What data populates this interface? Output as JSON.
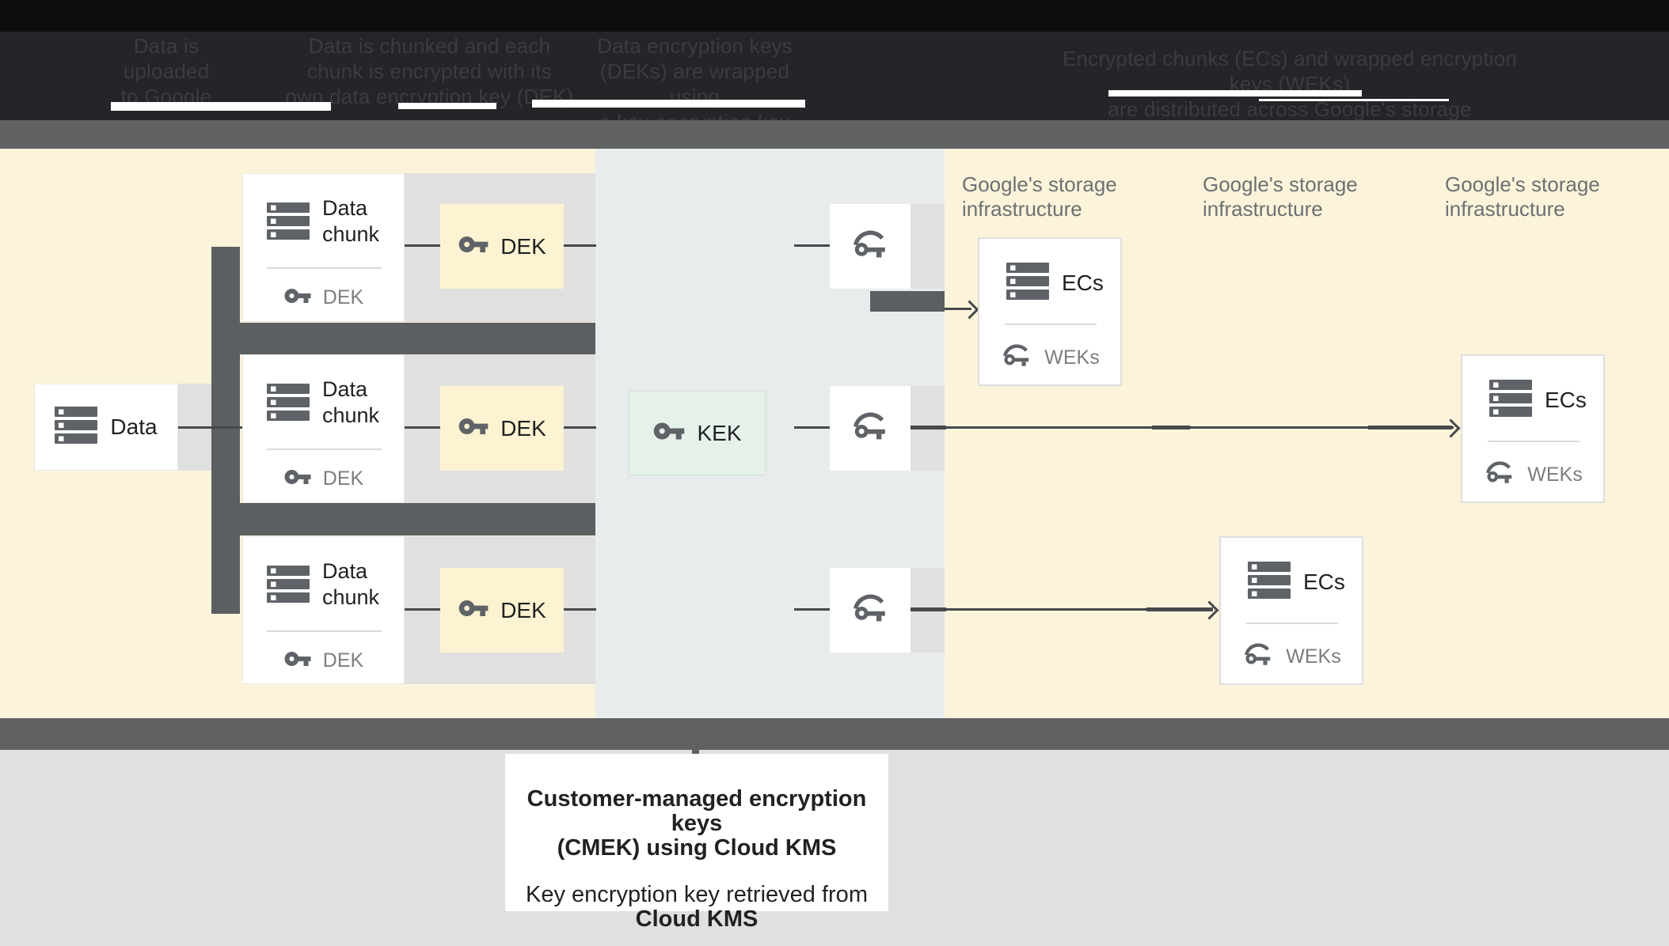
{
  "header": {
    "captions": [
      {
        "lines": [
          "Data is",
          "uploaded",
          "to Google"
        ]
      },
      {
        "lines": [
          "Data is chunked and each",
          "chunk is encrypted with its",
          "own data encryption key (DEK)"
        ]
      },
      {
        "lines": [
          "Data encryption keys",
          "(DEKs) are wrapped using",
          "a key encryption key (KEK)"
        ]
      },
      {
        "lines": [
          "Encrypted chunks (ECs) and wrapped encryption keys (WEKs)",
          "are distributed across Google's storage infrastructure"
        ]
      }
    ]
  },
  "diagram": {
    "data_label": "Data",
    "chunk_title": "Data chunk",
    "chunk_key_label": "DEK",
    "dek_label": "DEK",
    "kek_label": "KEK",
    "ecs_label": "ECs",
    "weks_label": "WEKs",
    "storage_infra_line1": "Google's storage",
    "storage_infra_line2": "infrastructure",
    "icons": {
      "data": "storage-icon",
      "dek_kek": "key-icon",
      "wrapped": "wrapped-key-icon"
    }
  },
  "footer": {
    "title_line1": "Customer-managed encryption keys",
    "title_line2": "(CMEK) using Cloud KMS",
    "body_line1": "Key encryption key retrieved from",
    "body_line2": "Cloud KMS"
  },
  "colors": {
    "yellow_background": "#fbf4db",
    "kms_panel": "#e8eced",
    "dek_fill": "#fdf2d1",
    "kek_fill": "#e6f1e9",
    "dark_gray": "#5c5f61",
    "light_gray": "#e0e0e0",
    "icon_gray": "#5f6368",
    "header_black": "#0c0d0e"
  }
}
